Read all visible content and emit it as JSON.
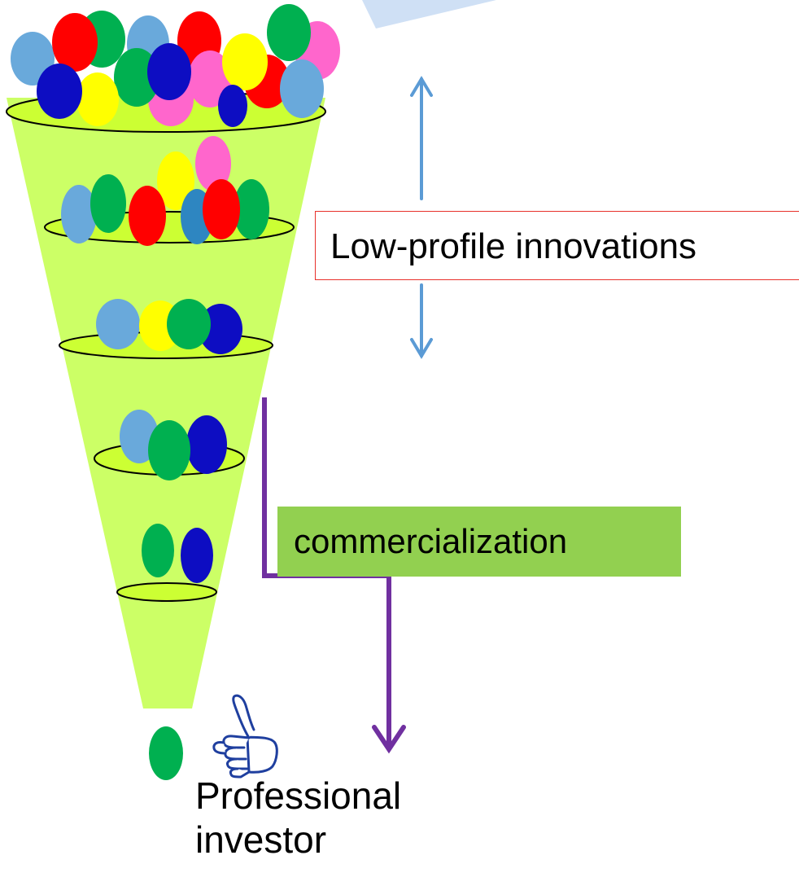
{
  "labels": {
    "low_profile": "Low-profile innovations",
    "commercialization": "commercialization",
    "investor_line1": "Professional",
    "investor_line2": "investor"
  },
  "colors": {
    "funnel": "#ccff66",
    "level_fill": "#ccff33",
    "blue_arrow": "#5b9bd5",
    "purple": "#7030a0",
    "box_border": "#e8312b",
    "box_green": "#92d050",
    "thumb": "#1f3f9f",
    "balls": {
      "lightblue": "#69a9db",
      "red": "#ff0000",
      "green": "#00b050",
      "navy": "#0d0dc2",
      "yellow": "#ffff00",
      "pink": "#ff66cc",
      "steel": "#2e86c1"
    }
  },
  "icons": [
    "thumbs-up-icon",
    "up-arrow-icon",
    "down-arrow-icon",
    "purple-down-arrow-icon"
  ]
}
